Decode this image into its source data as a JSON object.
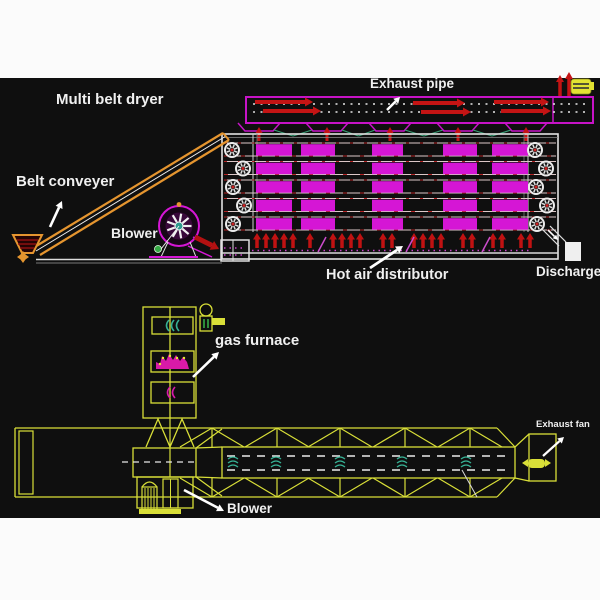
{
  "page": {
    "background": "#fbfbfb",
    "canvas_background": "#0f0f0f"
  },
  "colors": {
    "magenta": "#c713c7",
    "belt": "#d516d5",
    "red": "#c41414",
    "dark_red": "#c01212",
    "yellow": "#d9df38",
    "orange": "#e5952f",
    "teal": "#36b093",
    "green": "#3aa077",
    "white_line": "#e6e6e6",
    "flame": "#d81aa8",
    "text": "#f0f0f0"
  },
  "top_diagram": {
    "title": "Multi belt dryer",
    "labels": {
      "exhaust_pipe": "Exhaust pipe",
      "belt_conveyer": "Belt conveyer",
      "blower": "Blower",
      "hot_air_distributor": "Hot air distributor",
      "discharge": "Discharge"
    }
  },
  "bottom_diagram": {
    "labels": {
      "gas_furnace": "gas furnace",
      "exhaust_fan": "Exhaust fan",
      "blower": "Blower"
    }
  }
}
